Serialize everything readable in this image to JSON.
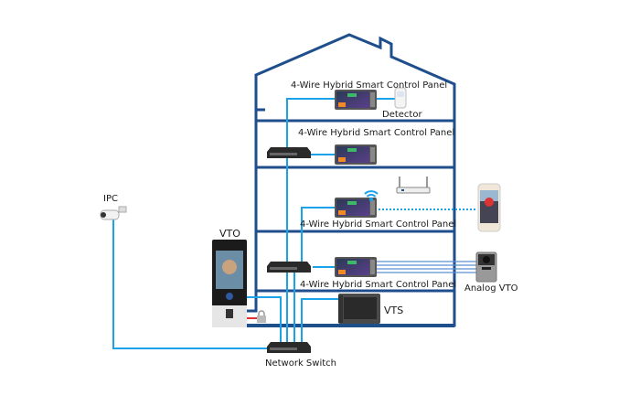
{
  "diagram": {
    "labels": {
      "panel_floor4": "4-Wire Hybrid Smart Control Panel",
      "panel_floor3": "4-Wire Hybrid Smart Control Panel",
      "panel_floor2": "4-Wire Hybrid Smart Control Panel",
      "panel_floor1": "4-Wire Hybrid Smart Control Panel",
      "detector": "Detector",
      "ipc": "IPC",
      "vto": "VTO",
      "analog_vto": "Analog VTO",
      "vts": "VTS",
      "network_switch": "Network Switch"
    },
    "colors": {
      "house_outline": "#1f4e8c",
      "network_cable": "#1aa3e8",
      "analog_wire": "#5b8fd0",
      "lock_wire": "#e03030",
      "wifi": "#1aa3e8"
    }
  }
}
